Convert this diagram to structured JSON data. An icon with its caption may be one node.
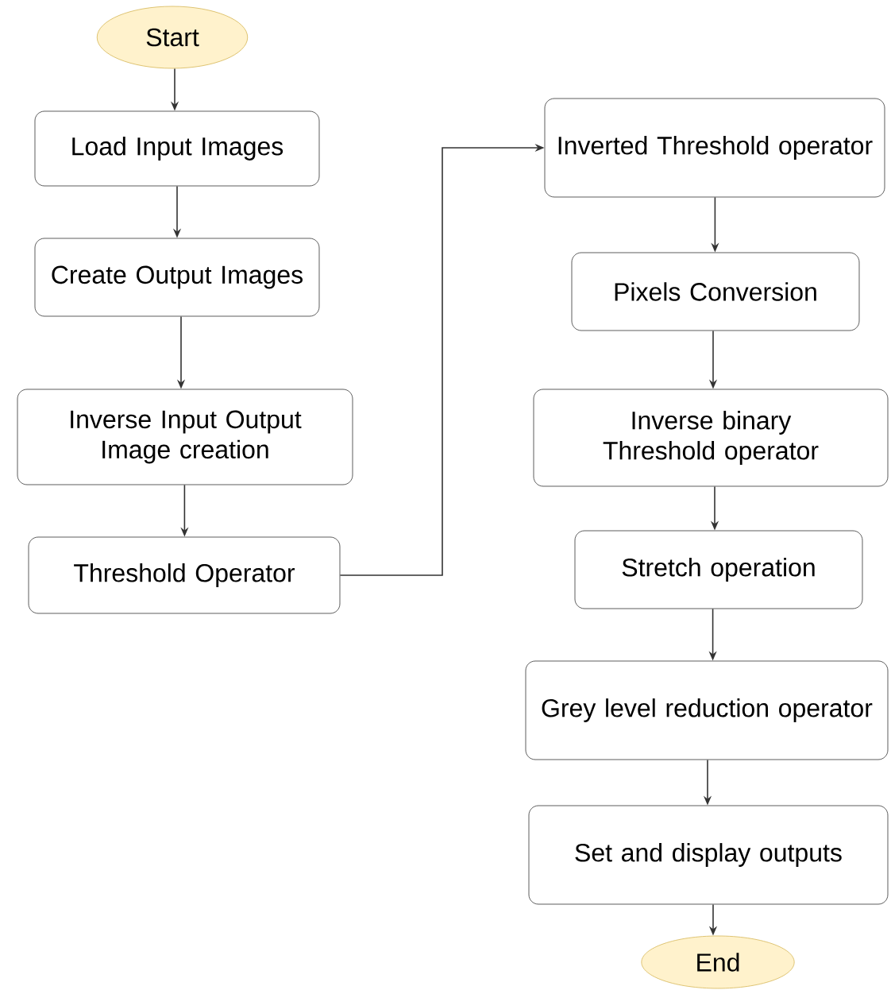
{
  "diagram": {
    "nodes": [
      {
        "text": [
          "Start"
        ]
      },
      {
        "text": [
          "Load Input Images"
        ]
      },
      {
        "text": [
          "Create Output Images"
        ]
      },
      {
        "text": [
          "Inverse Input Output Image creation"
        ]
      },
      {
        "text": [
          "Threshold Operator"
        ]
      },
      {
        "text": [
          "Inverted Threshold operator"
        ]
      },
      {
        "text": [
          "Pixels Conversion"
        ]
      },
      {
        "text": [
          "Inverse binary Threshold operator"
        ]
      },
      {
        "text": [
          "Stretch operation"
        ]
      },
      {
        "text": [
          "Grey level reduction operator"
        ]
      },
      {
        "text": [
          "Set and display outputs"
        ]
      },
      {
        "text": [
          "End"
        ]
      }
    ],
    "edges": [
      {
        "from": 0,
        "to": 1,
        "arrow": "to"
      },
      {
        "from": 1,
        "to": 2,
        "arrow": "to"
      },
      {
        "from": 2,
        "to": 3,
        "arrow": "to"
      },
      {
        "from": 3,
        "to": 4,
        "arrow": "to"
      },
      {
        "from": 4,
        "to": 5,
        "arrow": "to"
      },
      {
        "from": 5,
        "to": 6,
        "arrow": "to"
      },
      {
        "from": 6,
        "to": 7,
        "arrow": "to"
      },
      {
        "from": 7,
        "to": 8,
        "arrow": "to"
      },
      {
        "from": 8,
        "to": 9,
        "arrow": "to"
      },
      {
        "from": 9,
        "to": 10,
        "arrow": "to"
      },
      {
        "from": 10,
        "to": 11,
        "arrow": "to"
      }
    ]
  }
}
